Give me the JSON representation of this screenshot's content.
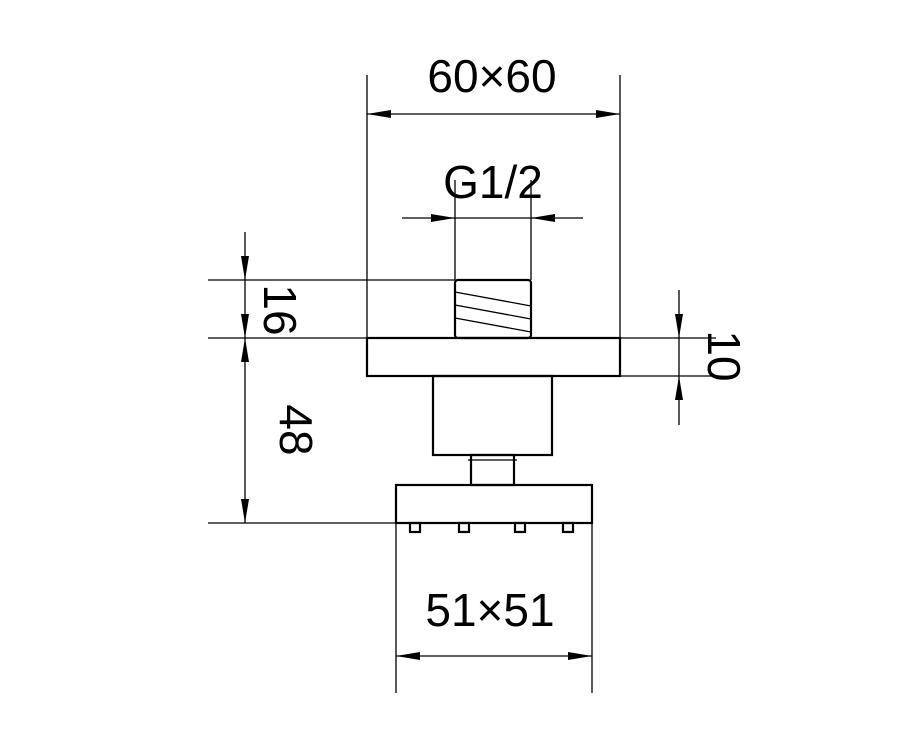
{
  "dimensions": {
    "top_width": "60×60",
    "thread": "G1/2",
    "height_upper": "16",
    "height_lower": "48",
    "flange_thickness": "10",
    "bottom_width": "51×51"
  }
}
